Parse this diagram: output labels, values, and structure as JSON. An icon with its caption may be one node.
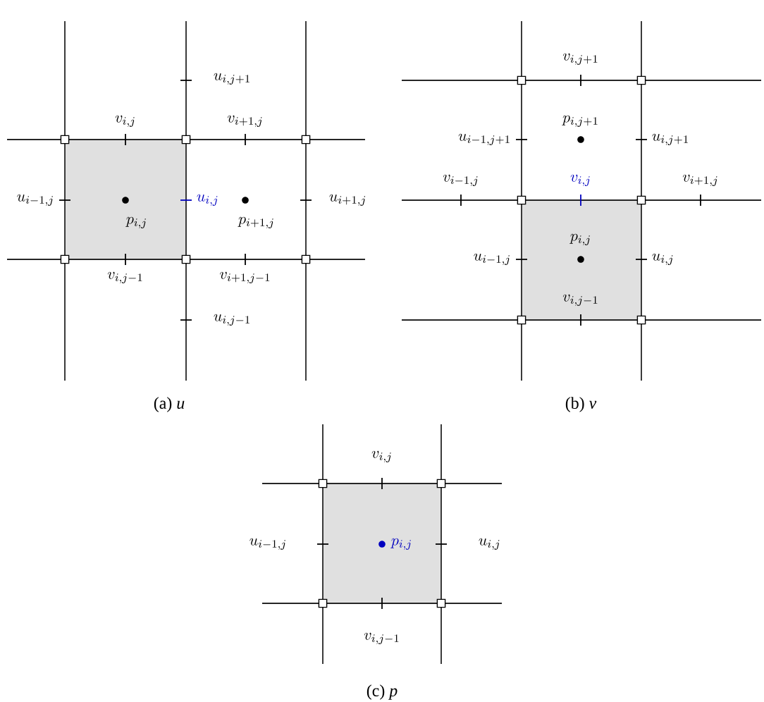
{
  "diagram": {
    "labels": [
      "u_{i,j+1}",
      "v_{i,j}",
      "v_{i+1,j}",
      "u_{i-1,j}",
      "u_{i,j}",
      "u_{i+1,j}",
      "p_{i,j}",
      "p_{i+1,j}",
      "v_{i,j-1}",
      "v_{i+1,j-1}",
      "u_{i,j-1}",
      "(a) *u*",
      "v_{i,j+1}",
      "p_{i,j+1}",
      "u_{i-1,j+1}",
      "u_{i,j+1}",
      "v_{i-1,j}",
      "v_{i,j}",
      "v_{i+1,j}",
      "p_{i,j}",
      "u_{i-1,j}",
      "u_{i,j}",
      "v_{i,j-1}",
      "(b) *v*",
      "v_{i,j}",
      "u_{i-1,j}",
      "p_{i,j}",
      "u_{i,j}",
      "v_{i,j-1}",
      "(c) *p*"
    ]
  }
}
